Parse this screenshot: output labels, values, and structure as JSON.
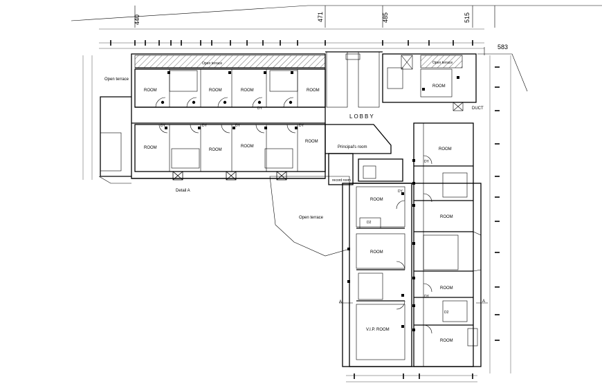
{
  "drawing": {
    "site_markers": [
      "440",
      "471",
      "485",
      "515",
      "583"
    ],
    "labels": {
      "lobby": "LOBBY",
      "room": "ROOM",
      "vip_room": "V.I.P. ROOM",
      "open_terrace": "Open terrace",
      "principal_room": "Principal's room",
      "record_room": "record room",
      "detail_a": "Detail A",
      "section_mark": "A",
      "duct": "DUCT",
      "dy": "DY",
      "d2": "D2"
    }
  }
}
